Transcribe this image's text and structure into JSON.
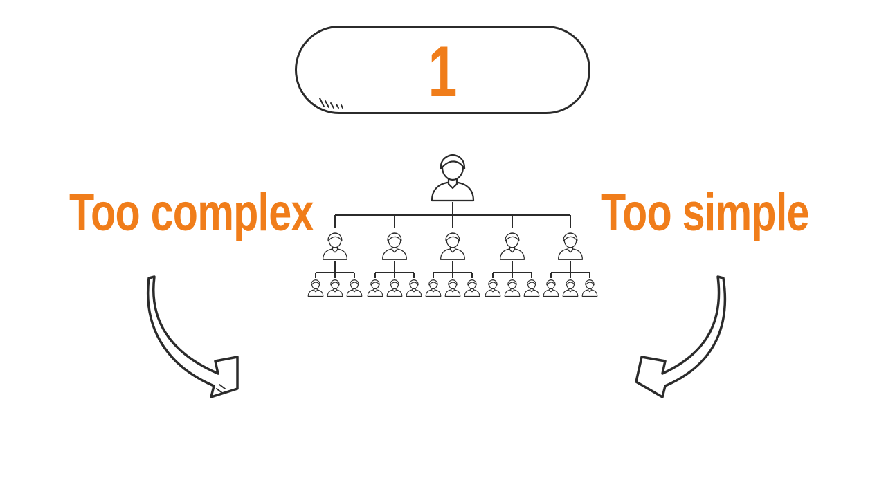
{
  "slide": {
    "number": "1",
    "left_label": "Too complex",
    "right_label": "Too simple"
  },
  "colors": {
    "accent": "#f07d1a",
    "ink": "#2b2b2b"
  },
  "icons": {
    "top_person": "person-icon",
    "manager": "person-icon",
    "staff": "person-icon",
    "left_arrow": "curved-arrow-down-right-icon",
    "right_arrow": "curved-arrow-down-left-icon"
  }
}
